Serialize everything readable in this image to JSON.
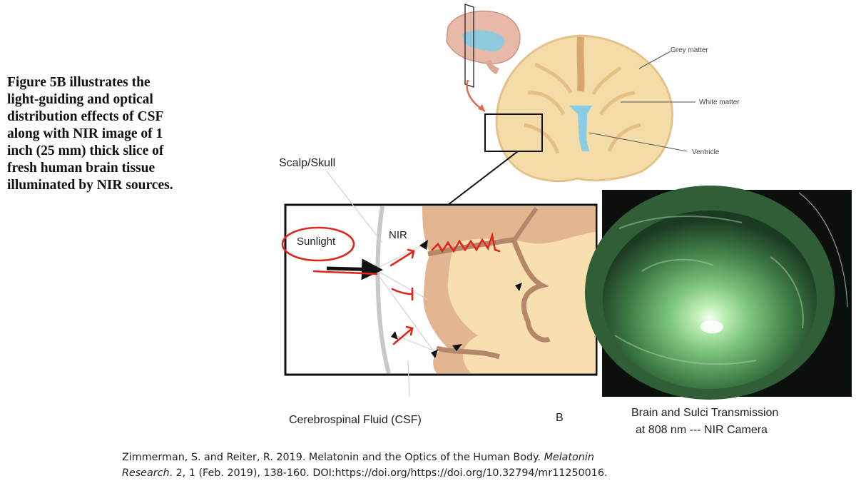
{
  "caption": {
    "lines": [
      "Figure 5B illustrates the",
      "light-guiding and optical",
      "distribution effects of CSF",
      "along with NIR image of 1",
      "inch (25 mm) thick slice of",
      "fresh human brain tissue",
      "illuminated by NIR sources."
    ]
  },
  "diagram": {
    "grey_matter": "Grey matter",
    "white_matter": "White matter",
    "ventricle": "Ventricle",
    "scalp_skull": "Scalp/Skull",
    "sunlight": "Sunlight",
    "nir": "NIR",
    "csf": "Cerebrospinal Fluid (CSF)",
    "panel_letter": "B"
  },
  "photo": {
    "caption_line1": "Brain and Sulci Transmission",
    "caption_line2": "at 808 nm --- NIR Camera"
  },
  "citation": {
    "authors": "Zimmerman, S. and Reiter, R. 2019. Melatonin and the Optics of the Human Body.",
    "journal_part1": "Melatonin",
    "journal_part2": "Research",
    "rest": ". 2, 1 (Feb. 2019), 138-160. DOI:https://doi.org/https://doi.org/10.32794/mr11250016."
  },
  "colors": {
    "brain_beige": "#f7dfb0",
    "cortex_tan": "#e2b690",
    "sulci_brown": "#b5876a",
    "csf_blue": "#88cce6",
    "annotation_red": "#e0261b",
    "nir_green": "#8fd18a"
  }
}
